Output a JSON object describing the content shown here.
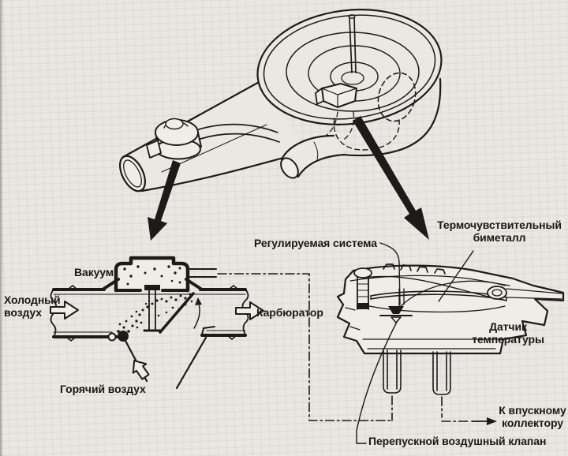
{
  "colors": {
    "paper": "#e9e7e2",
    "ink": "#1c1b18"
  },
  "labels": {
    "vacuum": "Вакуум",
    "cold_air": {
      "line1": "Холодный",
      "line2": "воздух"
    },
    "carburetor": "Карбюратор",
    "hot_air": "Горячий воздух",
    "regulated_system": "Регулируемая система",
    "bimetal": {
      "line1": "Термочувствительный",
      "line2": "биметалл"
    },
    "temperature_sensor": {
      "line1": "Датчик",
      "line2": "температуры"
    },
    "intake_manifold": {
      "line1": "К впускному",
      "line2": "коллектору"
    },
    "bypass_valve": "Перепускной воздушный клапан"
  },
  "icons": {
    "cold_air_flow_arrow": "hollow-right-arrow",
    "carburetor_flow_arrow": "hollow-right-arrow",
    "hot_air_flow_arrow": "hollow-up-arrow",
    "intake_flow_arrow": "solid-right-arrow",
    "snorkel_callout_arrow": "solid-taper-arrow",
    "sensor_callout_arrow": "solid-taper-arrow"
  }
}
